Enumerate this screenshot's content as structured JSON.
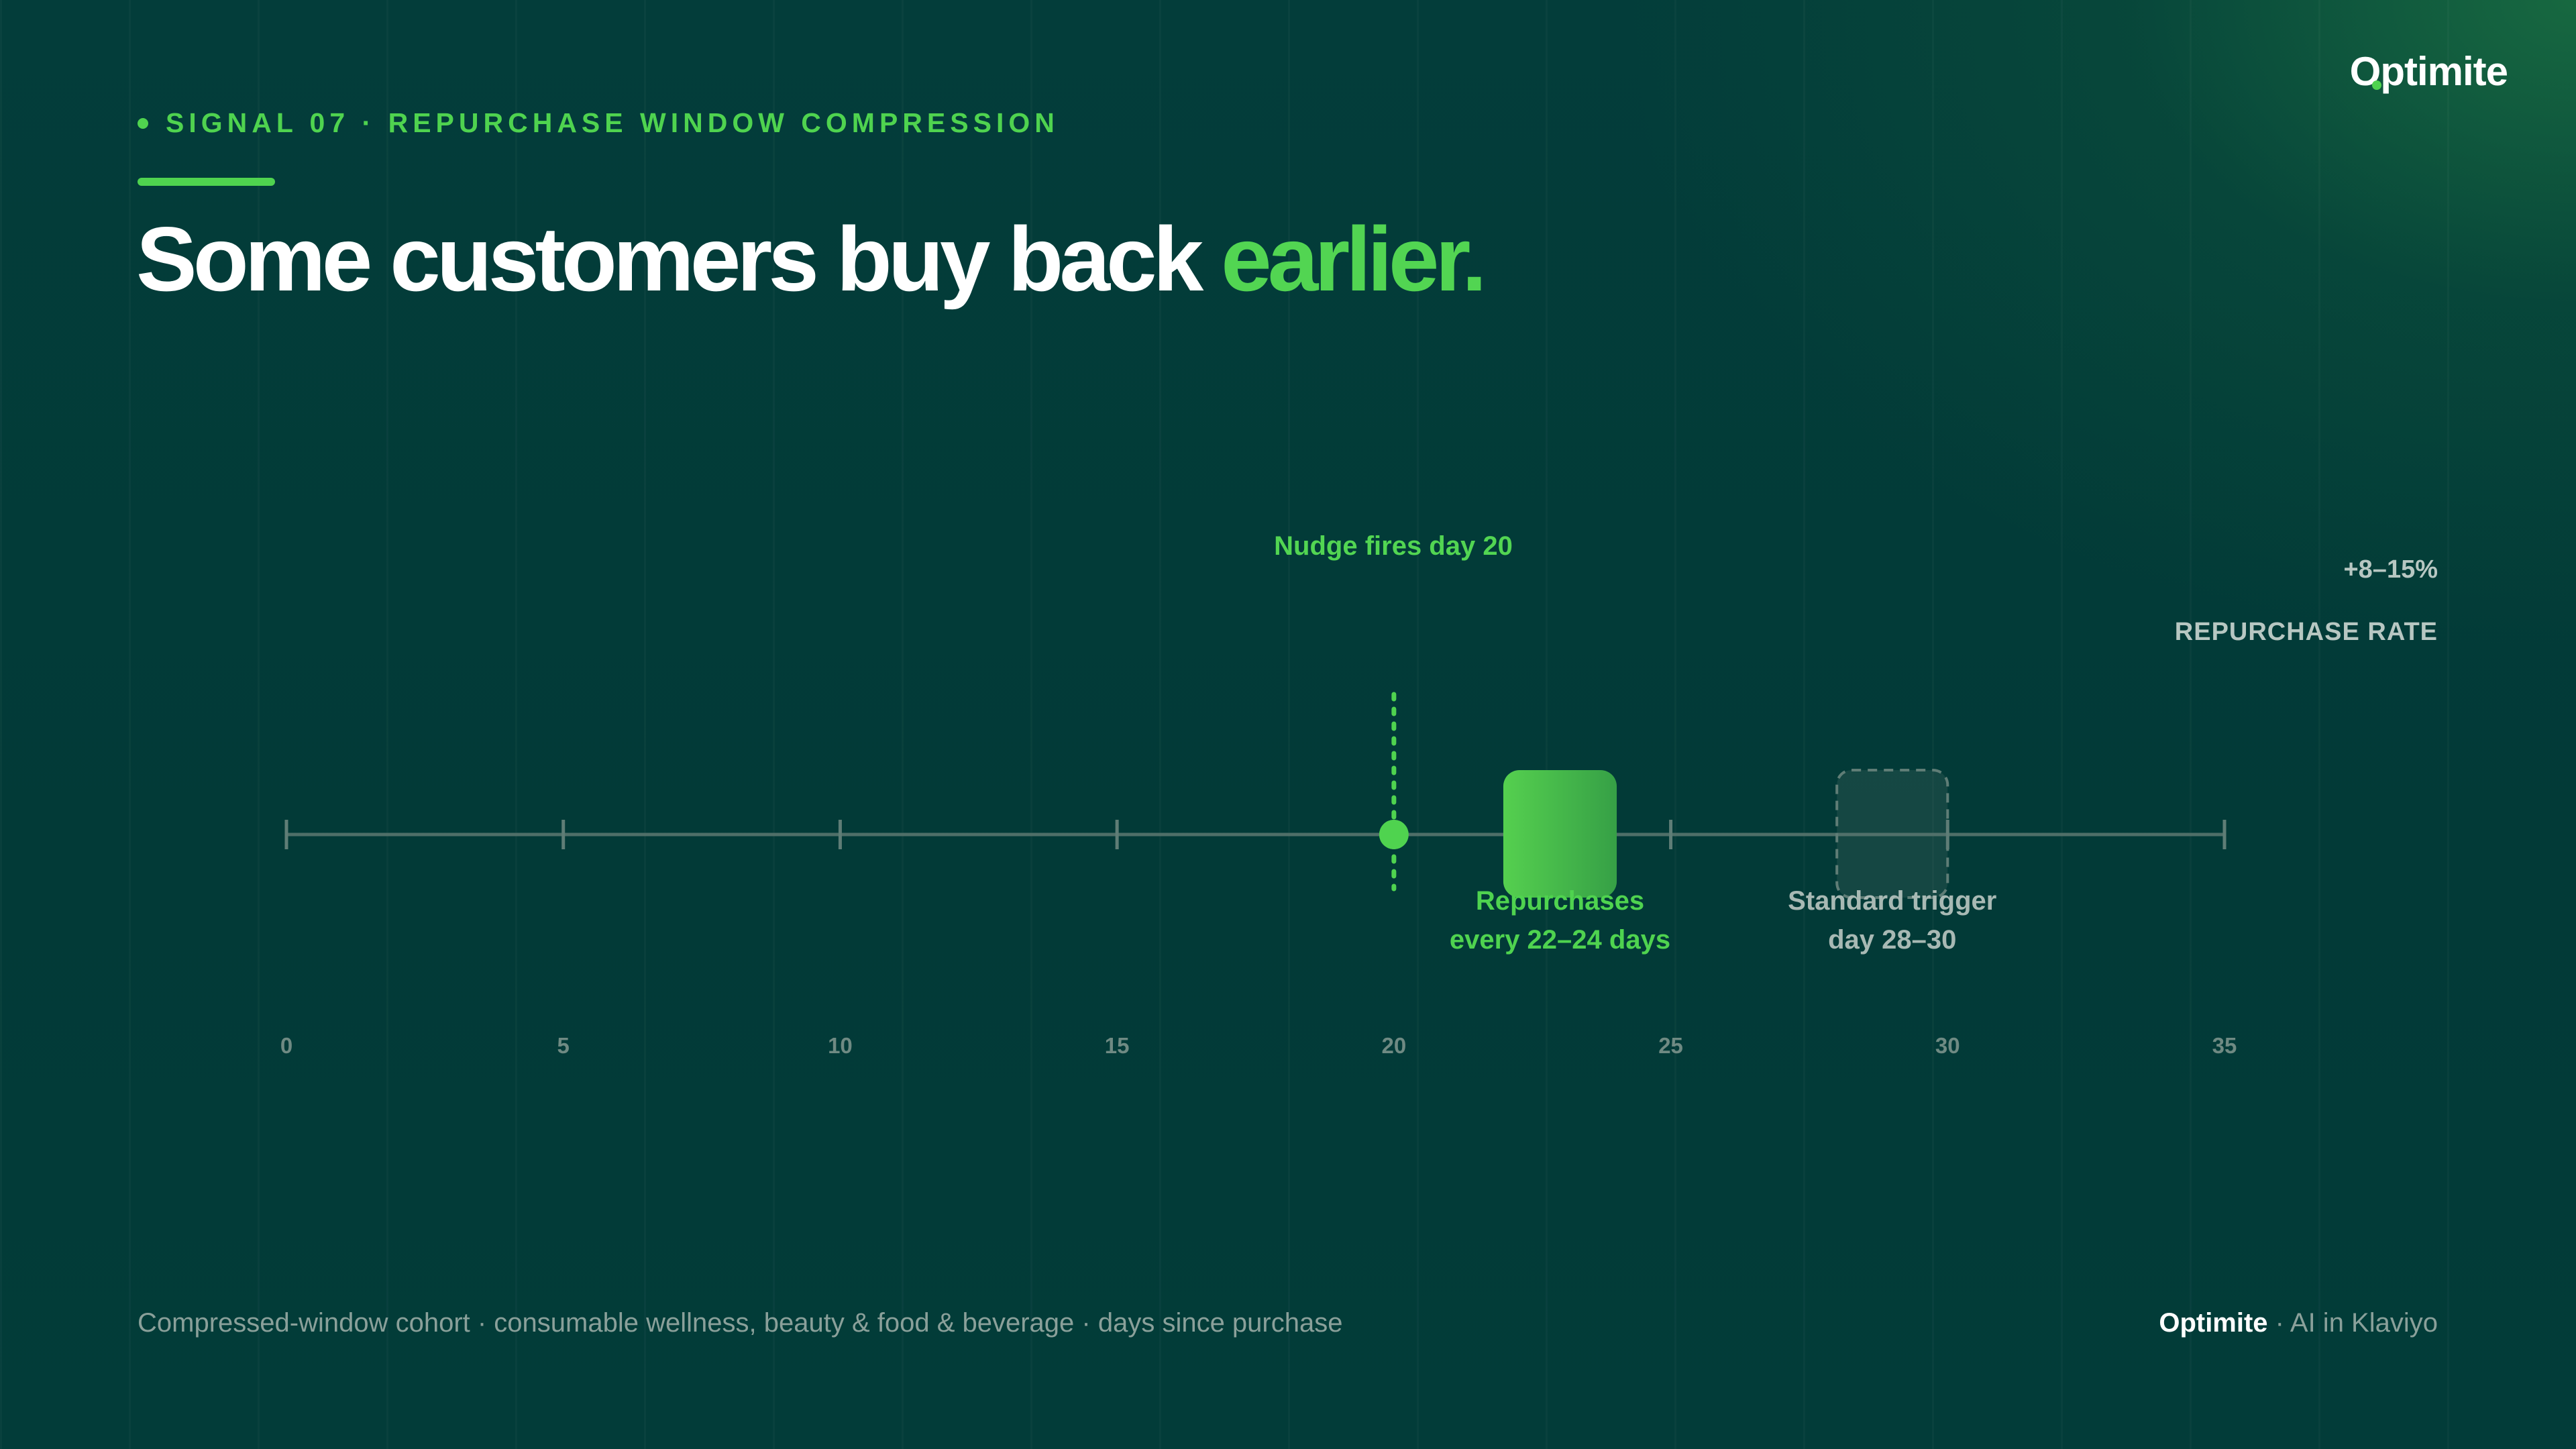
{
  "header": {
    "eyebrow": "SIGNAL 07 · REPURCHASE WINDOW COMPRESSION",
    "headline_main": "Some customers buy back ",
    "headline_highlight": "earlier."
  },
  "brand": {
    "logo_text": "ptimite",
    "logo_first": "O"
  },
  "nudge": {
    "label": "Nudge fires day 20"
  },
  "stat": {
    "value": "+8–15%",
    "label": "REPURCHASE RATE"
  },
  "colors": {
    "accent": "#4fd34f",
    "background": "#033a38",
    "muted": "#8aa09a"
  },
  "chart_data": {
    "type": "timeline",
    "xlim": [
      0,
      35
    ],
    "ticks": [
      0,
      5,
      10,
      15,
      20,
      25,
      30,
      35
    ],
    "tick_labels": [
      "0",
      "5",
      "10",
      "15",
      "20",
      "25",
      "30",
      "35"
    ],
    "nudge_day": 20,
    "ranges": [
      {
        "kind": "compressed",
        "start": 22,
        "end": 24,
        "label_line1": "Repurchases",
        "label_line2": "every 22–24 days",
        "color": "#4fd34f"
      },
      {
        "kind": "standard",
        "start": 28,
        "end": 30,
        "label_line1": "Standard trigger",
        "label_line2": "day 28–30",
        "color": "#b7c7c2"
      }
    ]
  },
  "footer": {
    "left": "Compressed-window cohort · consumable wellness, beauty & food & beverage · days since purchase",
    "brand": "Optimite",
    "right_suffix": " · AI in Klaviyo"
  }
}
